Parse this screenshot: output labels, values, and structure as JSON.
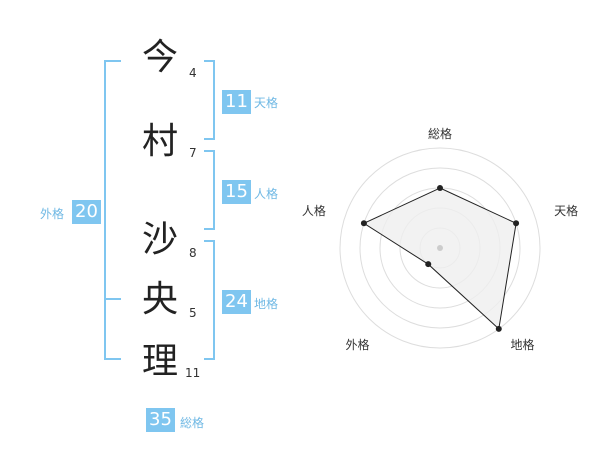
{
  "name_chars": [
    {
      "char": "今",
      "strokes": "4"
    },
    {
      "char": "村",
      "strokes": "7"
    },
    {
      "char": "沙",
      "strokes": "8"
    },
    {
      "char": "央",
      "strokes": "5"
    },
    {
      "char": "理",
      "strokes": "11"
    }
  ],
  "fortunes": {
    "tenkaku": {
      "value": "11",
      "label": "天格"
    },
    "jinkaku": {
      "value": "15",
      "label": "人格"
    },
    "chikaku": {
      "value": "24",
      "label": "地格"
    },
    "gaikaku": {
      "value": "20",
      "label": "外格"
    },
    "soukaku": {
      "value": "35",
      "label": "総格"
    }
  },
  "chart_data": {
    "type": "radar",
    "axes": [
      "総格",
      "天格",
      "地格",
      "外格",
      "人格"
    ],
    "values": [
      3,
      4,
      5,
      1,
      4
    ],
    "rmax": 5,
    "colors": {
      "fill": "#efefef",
      "stroke": "#222222",
      "grid": "#dddddd",
      "center": "#cccccc"
    }
  },
  "colors": {
    "accent": "#7fc6f0"
  }
}
